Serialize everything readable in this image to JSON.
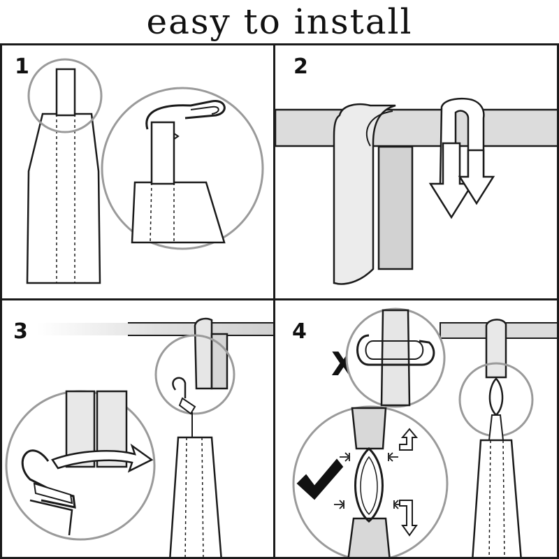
{
  "title": "easy to install",
  "steps": [
    {
      "number": "1"
    },
    {
      "number": "2"
    },
    {
      "number": "3"
    },
    {
      "number": "4"
    }
  ],
  "marks": {
    "wrong": "X",
    "right": "check-mark-icon"
  },
  "colors": {
    "line": "#1a1a1a",
    "strap_fill": "#e6e6e6",
    "rod_fill": "#dcdcdc",
    "magnifier_ring": "#9a9a9a"
  }
}
